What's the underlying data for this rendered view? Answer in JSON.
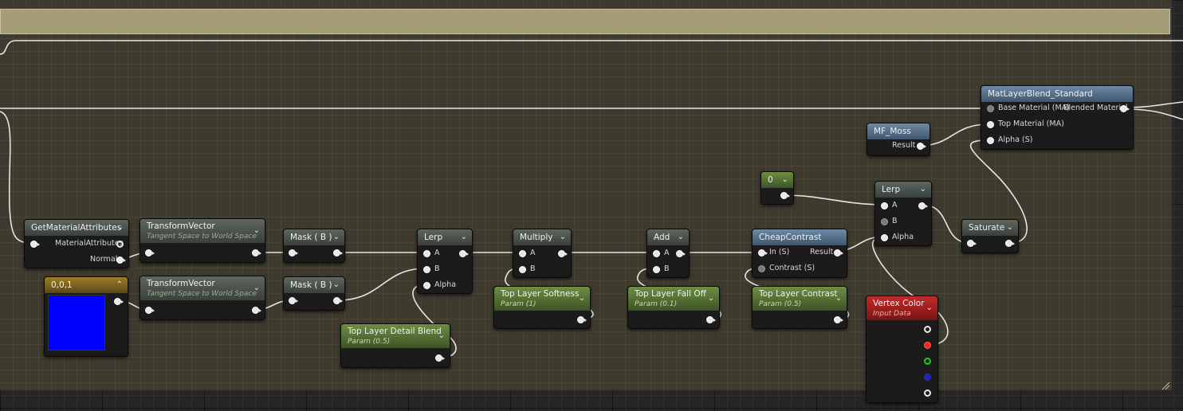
{
  "colors": {
    "comment_title": "#a59d78",
    "comment_bg": "#3e3a2d",
    "wire": "#e6e6e6",
    "swatch": "#0000ff",
    "vertex_red": "#ff2020",
    "vertex_green": "#20d020",
    "vertex_blue": "#2020d0"
  },
  "nodes": {
    "get_material_attributes": {
      "title": "GetMaterialAttributes",
      "out1": "MaterialAttributes",
      "out2": "Normal"
    },
    "transform_vector_1": {
      "title": "TransformVector",
      "subtitle": "Tangent Space to World Space"
    },
    "transform_vector_2": {
      "title": "TransformVector",
      "subtitle": "Tangent Space to World Space"
    },
    "constant_vector": {
      "title": "0,0,1"
    },
    "mask_1": {
      "title": "Mask ( B )"
    },
    "mask_2": {
      "title": "Mask ( B )"
    },
    "lerp_1": {
      "title": "Lerp",
      "a": "A",
      "b": "B",
      "alpha": "Alpha"
    },
    "top_layer_detail_blend": {
      "title": "Top Layer Detail Blend",
      "subtitle": "Param (0.5)"
    },
    "multiply": {
      "title": "Multiply",
      "a": "A",
      "b": "B"
    },
    "top_layer_softness": {
      "title": "Top Layer Softness",
      "subtitle": "Param (1)"
    },
    "add": {
      "title": "Add",
      "a": "A",
      "b": "B"
    },
    "top_layer_fall_off": {
      "title": "Top Layer Fall Off",
      "subtitle": "Param (0.1)"
    },
    "cheap_contrast": {
      "title": "CheapContrast",
      "in": "In (S)",
      "result": "Result",
      "contrast": "Contrast (S)"
    },
    "top_layer_contrast": {
      "title": "Top Layer Contrast",
      "subtitle": "Param (0.5)"
    },
    "constant_zero": {
      "title": "0"
    },
    "lerp_2": {
      "title": "Lerp",
      "a": "A",
      "b": "B",
      "alpha": "Alpha"
    },
    "vertex_color": {
      "title": "Vertex Color",
      "subtitle": "Input Data"
    },
    "saturate": {
      "title": "Saturate"
    },
    "mf_moss": {
      "title": "MF_Moss",
      "result": "Result"
    },
    "mat_layer_blend": {
      "title": "MatLayerBlend_Standard",
      "base": "Base Material (MA)",
      "blended": "Blended Material",
      "top": "Top Material (MA)",
      "alpha": "Alpha (S)"
    }
  }
}
